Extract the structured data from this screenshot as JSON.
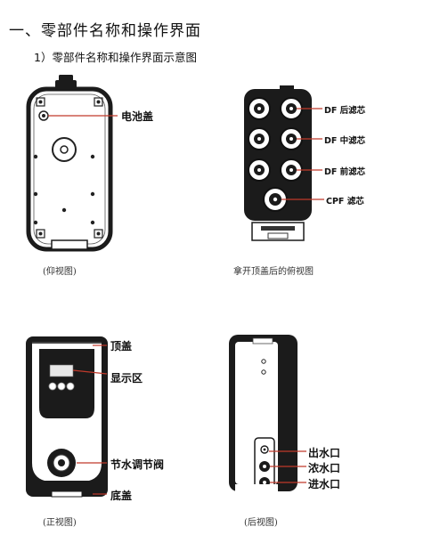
{
  "section_title": "一、零部件名称和操作界面",
  "subsection_title": "1）零部件名称和操作界面示意图",
  "colors": {
    "callout_line": "#c0392b",
    "device_body": "#1b1b1b",
    "device_outline": "#2a2a2a",
    "display": "#e8e8e8"
  },
  "figures": {
    "bottom_view": {
      "caption": "(仰视图)",
      "labels": {
        "battery_cover": "电池盖"
      }
    },
    "top_open_view": {
      "caption": "拿开顶盖后的俯视图",
      "labels": {
        "df_rear": "DF 后滤芯",
        "df_middle": "DF 中滤芯",
        "df_front": "DF 前滤芯",
        "cpf": "CPF 滤芯"
      }
    },
    "front_view": {
      "caption": "(正视图)",
      "labels": {
        "top_cover": "顶盖",
        "display_area": "显示区",
        "throttle_valve": "节水调节阀",
        "bottom_cover": "底盖"
      }
    },
    "back_view": {
      "caption": "(后视图)",
      "labels": {
        "water_outlet": "出水口",
        "concentrate_outlet": "浓水口",
        "water_inlet": "进水口"
      }
    }
  }
}
